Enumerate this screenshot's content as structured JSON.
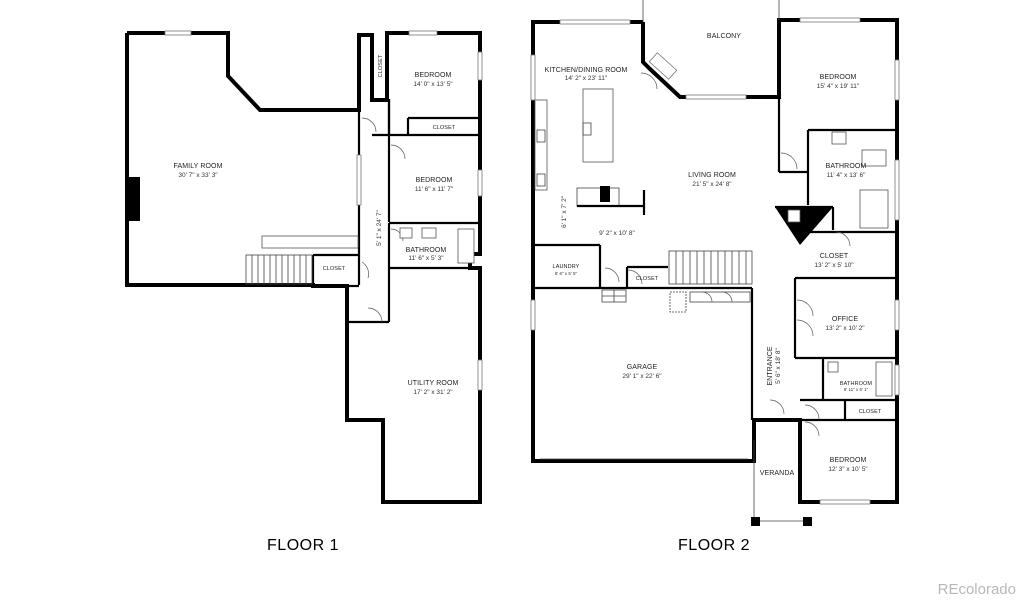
{
  "floor1": {
    "label": "FLOOR 1",
    "rooms": {
      "family_room": {
        "name": "FAMILY ROOM",
        "dim": "30' 7\" x 33' 3\""
      },
      "bedroom_a": {
        "name": "BEDROOM",
        "dim": "14' 0\" x 13' 5\""
      },
      "closet_v": {
        "name": "CLOSET"
      },
      "closet_a": {
        "name": "CLOSET"
      },
      "bedroom_b": {
        "name": "BEDROOM",
        "dim": "11' 6\" x 11' 7\""
      },
      "hall": {
        "dim": "5' 1\" x 24' 7\""
      },
      "bathroom": {
        "name": "BATHROOM",
        "dim": "11' 6\" x 5' 3\""
      },
      "closet_b": {
        "name": "CLOSET"
      },
      "utility": {
        "name": "UTILITY ROOM",
        "dim": "17' 2\" x 31' 2\""
      }
    }
  },
  "floor2": {
    "label": "FLOOR 2",
    "rooms": {
      "balcony": {
        "name": "BALCONY"
      },
      "kitchen": {
        "name": "KITCHEN/DINING ROOM",
        "dim": "14' 2\" x 23' 11\""
      },
      "bedroom_top": {
        "name": "BEDROOM",
        "dim": "15' 4\" x 19' 11\""
      },
      "living": {
        "name": "LIVING ROOM",
        "dim": "21' 5\" x 24' 8\""
      },
      "bathroom": {
        "name": "BATHROOM",
        "dim": "11' 4\" x 13' 6\""
      },
      "vhall": {
        "dim": "6' 1\" x 7' 2\""
      },
      "hall": {
        "dim": "9' 2\" x 10' 8\""
      },
      "laundry": {
        "name": "LAUNDRY",
        "dim": "8' 6\" x 5' 5\""
      },
      "closet_small": {
        "name": "CLOSET"
      },
      "closet": {
        "name": "CLOSET",
        "dim": "13' 2\" x 5' 10\""
      },
      "office": {
        "name": "OFFICE",
        "dim": "13' 2\" x 10' 2\""
      },
      "garage": {
        "name": "GARAGE",
        "dim": "29' 1\" x 22' 6\""
      },
      "entrance": {
        "name": "ENTRANCE",
        "dim": "5' 6\" x 18' 8\""
      },
      "bathroom_small": {
        "name": "BATHROOM",
        "dim": "8' 11\" x 5' 1\""
      },
      "closet_b": {
        "name": "CLOSET"
      },
      "veranda": {
        "name": "VERANDA"
      },
      "bedroom_bottom": {
        "name": "BEDROOM",
        "dim": "12' 3\" x 10' 5\""
      }
    }
  },
  "watermark": "REcolorado"
}
